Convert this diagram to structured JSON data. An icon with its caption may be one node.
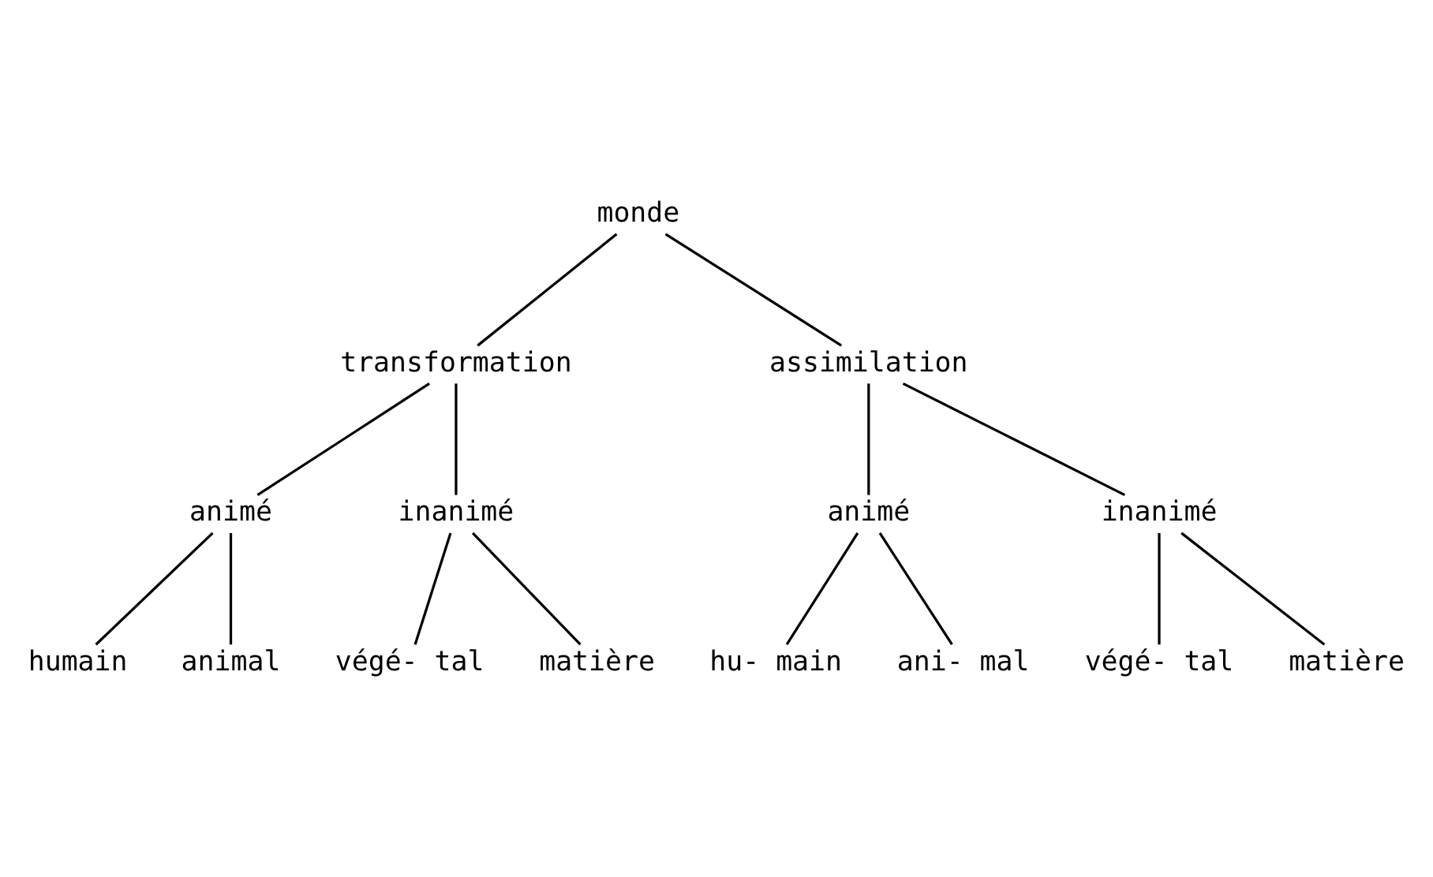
{
  "diagram": {
    "nodes": [
      {
        "text": [
          "monde"
        ]
      },
      {
        "text": [
          "transformation"
        ]
      },
      {
        "text": [
          "assimilation"
        ]
      },
      {
        "text": [
          "animé"
        ]
      },
      {
        "text": [
          "inanimé"
        ]
      },
      {
        "text": [
          "animé"
        ]
      },
      {
        "text": [
          "inanimé"
        ]
      },
      {
        "text": [
          "humain"
        ]
      },
      {
        "text": [
          "animal"
        ]
      },
      {
        "text": [
          "végé- tal"
        ]
      },
      {
        "text": [
          "matière"
        ]
      },
      {
        "text": [
          "hu- main"
        ]
      },
      {
        "text": [
          "ani- mal"
        ]
      },
      {
        "text": [
          "végé- tal"
        ]
      },
      {
        "text": [
          "matière"
        ]
      }
    ],
    "edges": [
      {
        "from": 0,
        "to": 1,
        "arrow": "none"
      },
      {
        "from": 0,
        "to": 2,
        "arrow": "none"
      },
      {
        "from": 1,
        "to": 3,
        "arrow": "none"
      },
      {
        "from": 1,
        "to": 4,
        "arrow": "none"
      },
      {
        "from": 2,
        "to": 5,
        "arrow": "none"
      },
      {
        "from": 2,
        "to": 6,
        "arrow": "none"
      },
      {
        "from": 3,
        "to": 7,
        "arrow": "none"
      },
      {
        "from": 3,
        "to": 8,
        "arrow": "none"
      },
      {
        "from": 4,
        "to": 9,
        "arrow": "none"
      },
      {
        "from": 4,
        "to": 10,
        "arrow": "none"
      },
      {
        "from": 5,
        "to": 11,
        "arrow": "none"
      },
      {
        "from": 5,
        "to": 12,
        "arrow": "none"
      },
      {
        "from": 6,
        "to": 13,
        "arrow": "none"
      },
      {
        "from": 6,
        "to": 14,
        "arrow": "none"
      }
    ]
  }
}
